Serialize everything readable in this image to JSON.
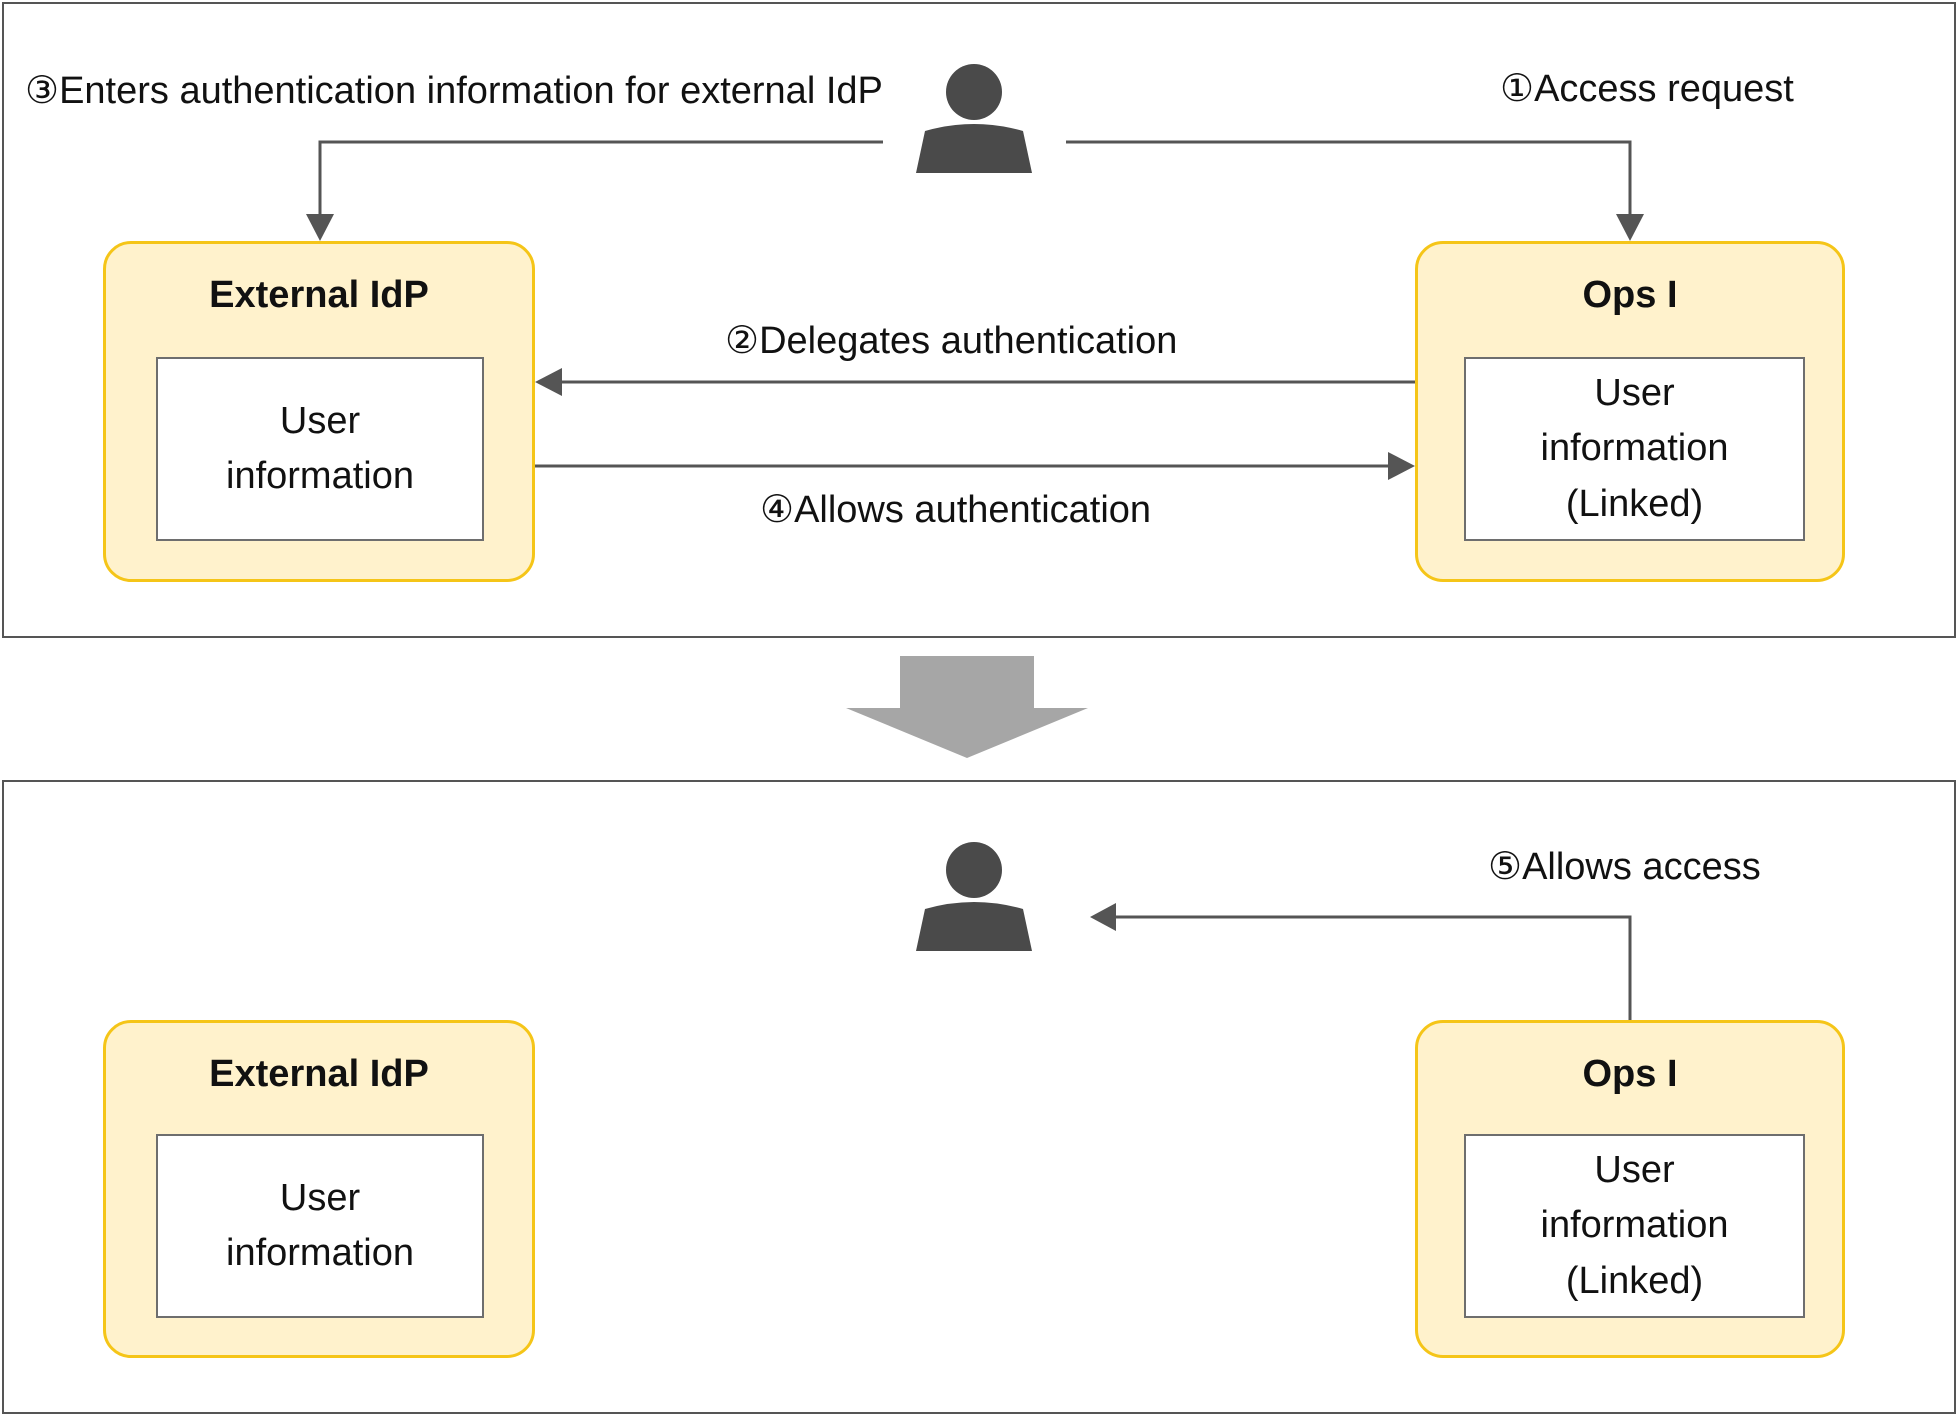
{
  "colors": {
    "panel_border": "#555555",
    "system_fill": "#fff2cc",
    "system_border": "#f5c518",
    "box_border": "#6e6e6e",
    "arrow": "#555555",
    "user_icon": "#4a4a4a",
    "transition_arrow": "#a6a6a6"
  },
  "before": {
    "user_icon": "user-icon",
    "external_idp": {
      "title": "External IdP",
      "content": "User\ninformation"
    },
    "ops_i": {
      "title": "Ops I",
      "content": "User\ninformation\n(Linked)"
    },
    "steps": {
      "step1": "①Access request",
      "step2": "②Delegates authentication",
      "step3": "③Enters authentication information for external IdP",
      "step4": "④Allows authentication"
    }
  },
  "transition_icon": "down-arrow-icon",
  "after": {
    "user_icon": "user-icon",
    "external_idp": {
      "title": "External IdP",
      "content": "User\ninformation"
    },
    "ops_i": {
      "title": "Ops I",
      "content": "User\ninformation\n(Linked)"
    },
    "steps": {
      "step5": "⑤Allows access"
    }
  }
}
